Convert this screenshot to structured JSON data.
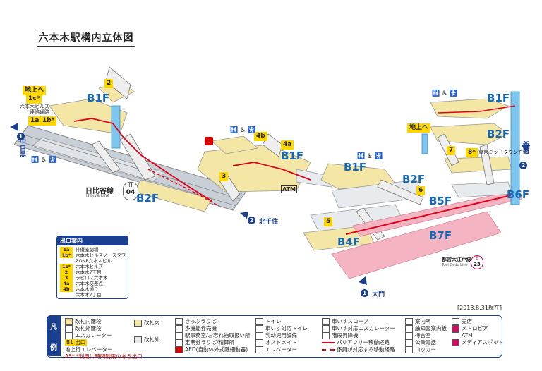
{
  "title": "六本木駅構内立体図",
  "date": "[2013.8.31現在]",
  "floors": {
    "hibiya_b1f": "B1F",
    "hibiya_b2f": "B2F",
    "center_b1f": "B1F",
    "mid_b1f": "B1F",
    "mid_b2f": "B2F",
    "oedo_b1f": "B1F",
    "oedo_b2f": "B2F",
    "b5f": "B5F",
    "b6f": "B6F",
    "b7f": "B7F",
    "b4f": "B4F"
  },
  "labels": {
    "chijo_e_left": "地上へ",
    "chijo_e_right": "地上へ",
    "hills_passage": "六本木ヒルズ\n連絡通路",
    "tokyo_midtown": "東京ミッドタウン方面",
    "hibiya_line": "日比谷線",
    "hibiya_line_en": "Hibiya Line",
    "hibiya_code_letter": "H",
    "hibiya_code_num": "04",
    "oedo_line": "都営大江戸線",
    "oedo_line_en": "Toei Oedo Line",
    "oedo_code_letter": "E",
    "oedo_code_num": "23",
    "naka_meguro": "中目黒",
    "kita_senju": "北千住",
    "shinjuku": "新宿",
    "daimon": "大門"
  },
  "exits": {
    "e1c": "1c*",
    "e1a": "1a",
    "e1b": "1b*",
    "e2": "2",
    "e3": "3",
    "e4a": "4a",
    "e4b": "4b",
    "e5": "5",
    "e6": "6",
    "e7": "7",
    "e8": "8*",
    "dir1": "1",
    "dir2": "2",
    "dir_s2": "2",
    "dir_1b": "1"
  },
  "exit_guide": {
    "header": "出口案内",
    "rows": [
      {
        "code": "1a",
        "text": "俳優座劇場"
      },
      {
        "code": "1b*",
        "text": "六本木ヒルズノースタワー"
      },
      {
        "code": "",
        "text": "ZONE六本木ビル"
      },
      {
        "code": "1c*",
        "text": "六本木ヒルズ"
      },
      {
        "code": "2",
        "text": "六本木7丁目"
      },
      {
        "code": "3",
        "text": "ラピロス六本木"
      },
      {
        "code": "4a",
        "text": "六本木交差点"
      },
      {
        "code": "4b",
        "text": "六本木通り"
      },
      {
        "code": "",
        "text": "六本木7丁目"
      }
    ]
  },
  "legend": {
    "side_top": "凡",
    "side_bottom": "例",
    "col1": [
      "改札内階段",
      "改札外階段",
      "エスカレーター"
    ],
    "col1b": [
      "B1 出口",
      "地上行エレベーター",
      "A5* *利用に時間制限のある出口"
    ],
    "col2": [
      "改札内",
      "改札外"
    ],
    "col3": [
      "きっぷうりば",
      "多機能券売機",
      "駅事務室/お忘れ物取扱い所",
      "定期券うりば/精算所",
      "AED(自動体外式除細動器)"
    ],
    "col4": [
      "トイレ",
      "車いす対応トイレ",
      "乳幼児用設備",
      "オストメイト",
      "エレベーター"
    ],
    "col5": [
      "車いすスロープ",
      "車いす対応エスカレーター",
      "階段昇降機",
      "バリアフリー移動経路",
      "係員が対応する移動経路"
    ],
    "col6": [
      "案内所",
      "触知図案内板",
      "待合室",
      "公衆電話",
      "ロッカー"
    ],
    "col7": [
      "売店",
      "メトロピア",
      "ATM",
      "メディアスポット"
    ],
    "colors": {
      "barrier_free": "#e0001a",
      "staff_route": "#e0001a",
      "oedo_track": "#f4b4c2",
      "hibiya_track": "#b9c2cc",
      "concourse": "#f4e6a5"
    }
  }
}
